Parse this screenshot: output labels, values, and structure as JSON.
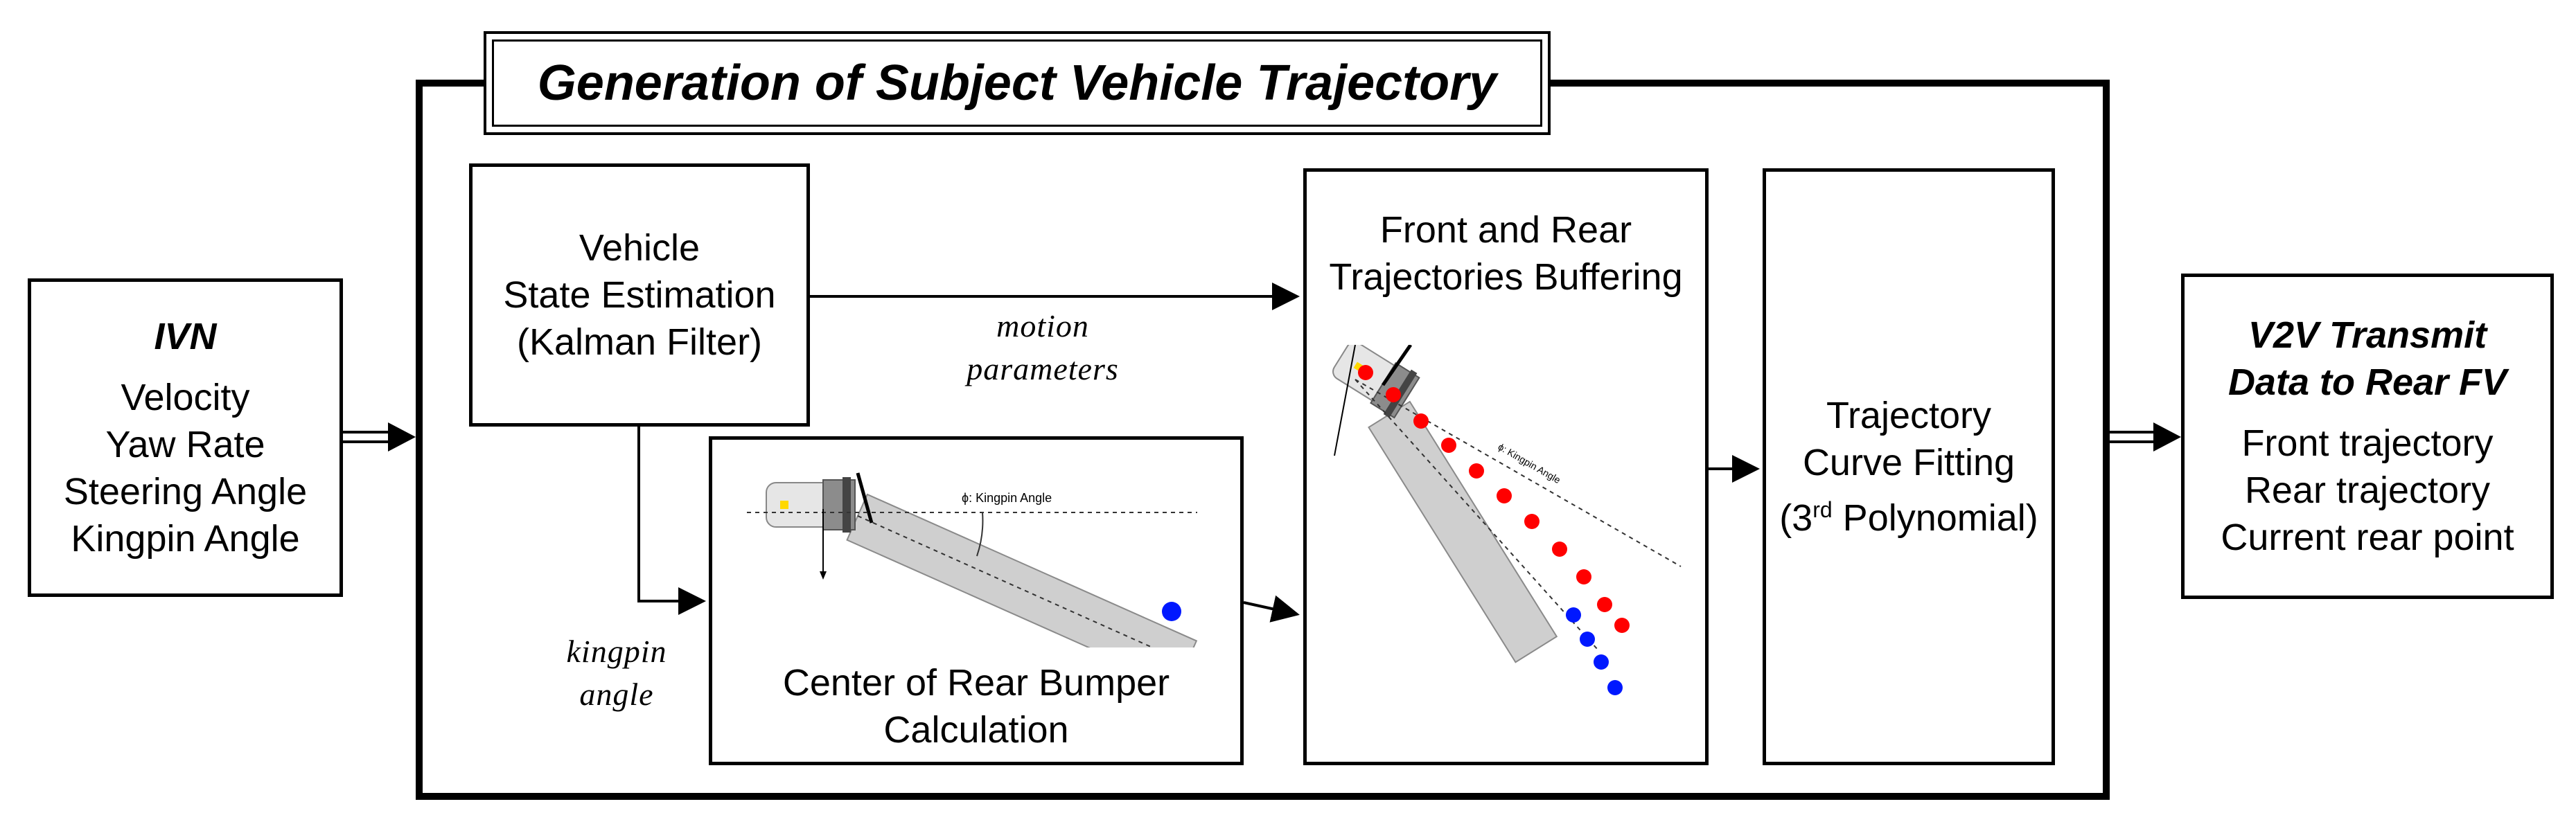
{
  "title": "Generation of Subject Vehicle Trajectory",
  "ivn": {
    "heading": "IVN",
    "lines": [
      "Velocity",
      "Yaw Rate",
      "Steering Angle",
      "Kingpin Angle"
    ]
  },
  "state_estimation": {
    "lines": [
      "Vehicle",
      "State Estimation",
      "(Kalman Filter)"
    ]
  },
  "motion_label": [
    "motion",
    "parameters"
  ],
  "kingpin_label": [
    "kingpin",
    "angle"
  ],
  "rear_bumper": {
    "lines": [
      "Center of Rear Bumper",
      "Calculation"
    ],
    "angle_label": "ϕ: Kingpin Angle"
  },
  "buffering": {
    "lines": [
      "Front and Rear",
      "Trajectories Buffering"
    ],
    "angle_label": "ϕ: Kingpin Angle"
  },
  "curve_fitting": {
    "line1": "Trajectory",
    "line2": "Curve Fitting",
    "line3_prefix": "(3",
    "line3_sup": "rd",
    "line3_suffix": " Polynomial)"
  },
  "v2v": {
    "heading_lines": [
      "V2V Transmit",
      "Data to Rear FV"
    ],
    "lines": [
      "Front trajectory",
      "Rear trajectory",
      "Current rear point"
    ]
  },
  "colors": {
    "front_points": "#ff0000",
    "rear_points": "#0018ff",
    "trailer": "#cfcfcf",
    "stroke": "#000000"
  },
  "icons": {
    "truck": "truck-icon"
  }
}
